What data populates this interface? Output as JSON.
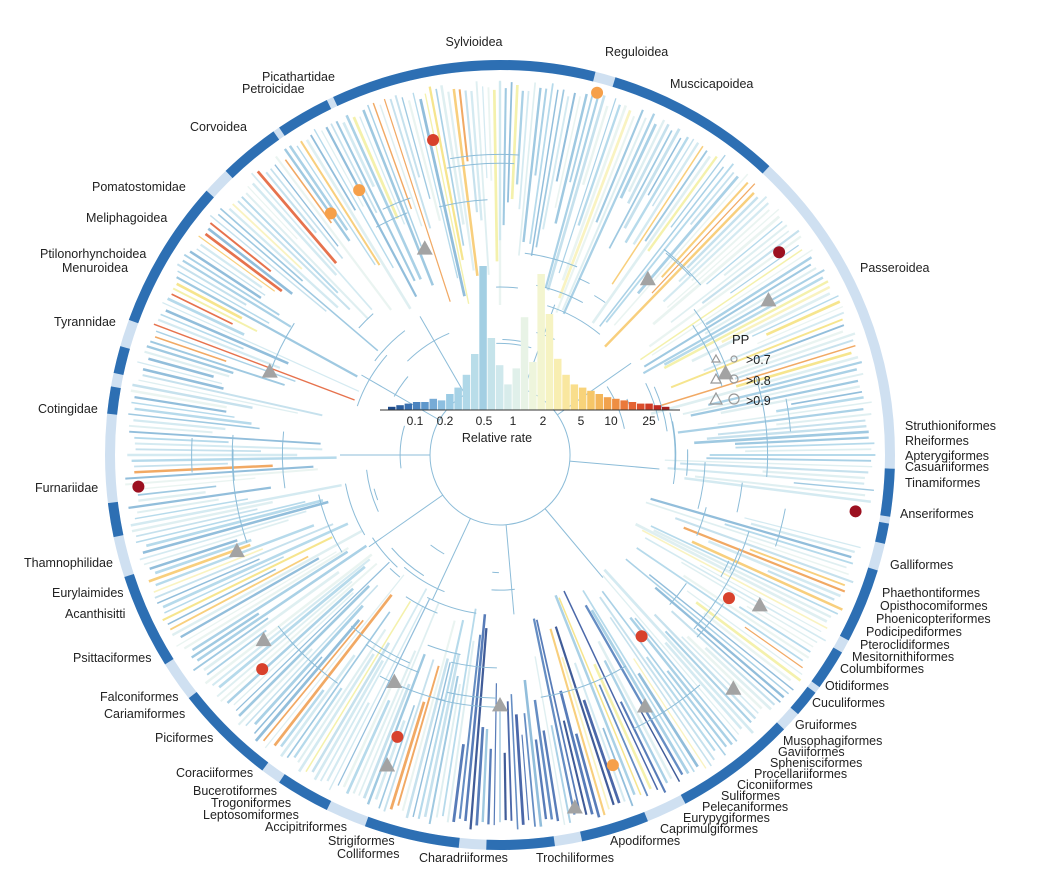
{
  "legend": {
    "title": "PP",
    "entries": [
      ">0.7",
      ">0.8",
      ">0.9"
    ],
    "colors": {
      "triangle": "#9a9a9a",
      "circle": "#b0b0b0"
    }
  },
  "histogram": {
    "xlabel": "Relative rate",
    "ticks": [
      "0.1",
      "0.2",
      "0.5",
      "1",
      "2",
      "5",
      "10",
      "25"
    ],
    "heights": [
      0.02,
      0.03,
      0.04,
      0.05,
      0.05,
      0.07,
      0.06,
      0.1,
      0.14,
      0.22,
      0.35,
      0.9,
      0.45,
      0.28,
      0.16,
      0.26,
      0.58,
      0.3,
      0.85,
      0.6,
      0.32,
      0.22,
      0.16,
      0.14,
      0.12,
      0.1,
      0.08,
      0.07,
      0.06,
      0.05,
      0.04,
      0.04,
      0.03,
      0.02
    ],
    "colors": [
      "#1e4b8a",
      "#2a5d9e",
      "#3a70b0",
      "#4c84bf",
      "#5f98cc",
      "#77abd6",
      "#8dbfe0",
      "#9bcbe4",
      "#a6d2e6",
      "#b0d8e8",
      "#b9dde9",
      "#a3cfe3",
      "#c5e3ea",
      "#cfe8ec",
      "#d8eceb",
      "#e0f0ea",
      "#e8f3e6",
      "#eef5dc",
      "#f3f5d0",
      "#f6f3c2",
      "#f8eeb1",
      "#f9e79f",
      "#f9de8c",
      "#f8d37a",
      "#f6c668",
      "#f4b65a",
      "#f1a24d",
      "#ee8e43",
      "#ea793a",
      "#e46333",
      "#db4e2d",
      "#cf3c27",
      "#c02b23",
      "#a8201e"
    ]
  },
  "circle_colors": {
    "outer_ring": "#cfe0f1",
    "clade_bar": "#2d6fb3",
    "marker_triangle": "#a3a3a3",
    "marker_circle_low": "#f6a04a",
    "marker_circle_high": "#d8412c",
    "marker_circle_max": "#9c1020"
  },
  "clades": [
    {
      "name": "Sylvioidea"
    },
    {
      "name": "Reguloidea"
    },
    {
      "name": "Muscicapoidea"
    },
    {
      "name": "Passeroidea"
    },
    {
      "name": "Struthioniformes"
    },
    {
      "name": "Rheiformes"
    },
    {
      "name": "Apterygiformes"
    },
    {
      "name": "Casuariiformes"
    },
    {
      "name": "Tinamiformes"
    },
    {
      "name": "Anseriformes"
    },
    {
      "name": "Galliformes"
    },
    {
      "name": "Phaethontiformes"
    },
    {
      "name": "Opisthocomiformes"
    },
    {
      "name": "Phoenicopteriformes"
    },
    {
      "name": "Podicipediformes"
    },
    {
      "name": "Pteroclidiformes"
    },
    {
      "name": "Mesitornithiformes"
    },
    {
      "name": "Columbiformes"
    },
    {
      "name": "Otidiformes"
    },
    {
      "name": "Cuculiformes"
    },
    {
      "name": "Gruiformes"
    },
    {
      "name": "Musophagiformes"
    },
    {
      "name": "Gaviiformes"
    },
    {
      "name": "Sphenisciformes"
    },
    {
      "name": "Procellariiformes"
    },
    {
      "name": "Ciconiiformes"
    },
    {
      "name": "Suliformes"
    },
    {
      "name": "Pelecaniformes"
    },
    {
      "name": "Eurypygiformes"
    },
    {
      "name": "Caprimulgiformes"
    },
    {
      "name": "Apodiformes"
    },
    {
      "name": "Trochiliformes"
    },
    {
      "name": "Charadriiformes"
    },
    {
      "name": "Colliformes"
    },
    {
      "name": "Strigiformes"
    },
    {
      "name": "Accipitriformes"
    },
    {
      "name": "Leptosomiformes"
    },
    {
      "name": "Trogoniformes"
    },
    {
      "name": "Bucerotiformes"
    },
    {
      "name": "Coraciiformes"
    },
    {
      "name": "Piciformes"
    },
    {
      "name": "Cariamiformes"
    },
    {
      "name": "Falconiformes"
    },
    {
      "name": "Psittaciformes"
    },
    {
      "name": "Acanthisitti"
    },
    {
      "name": "Eurylaimides"
    },
    {
      "name": "Thamnophilidae"
    },
    {
      "name": "Furnariidae"
    },
    {
      "name": "Cotingidae"
    },
    {
      "name": "Tyrannidae"
    },
    {
      "name": "Menuroidea"
    },
    {
      "name": "Ptilonorhynchoidea"
    },
    {
      "name": "Meliphagoidea"
    },
    {
      "name": "Pomatostomidae"
    },
    {
      "name": "Corvoidea"
    },
    {
      "name": "Petroicidae"
    },
    {
      "name": "Picathartidae"
    }
  ]
}
